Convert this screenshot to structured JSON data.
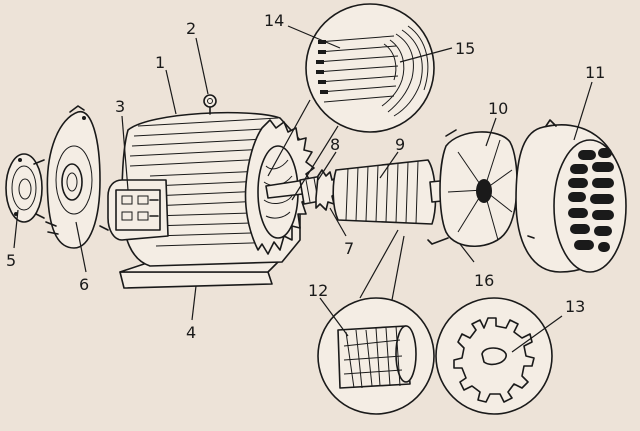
{
  "diagram": {
    "callouts": [
      "1",
      "2",
      "3",
      "4",
      "5",
      "6",
      "7",
      "8",
      "9",
      "10",
      "11",
      "12",
      "13",
      "14",
      "15",
      "16"
    ],
    "watermark": ""
  },
  "palette": {
    "background": "#ede3d8",
    "ink": "#1a1a1a",
    "paper": "#f4ede4"
  }
}
